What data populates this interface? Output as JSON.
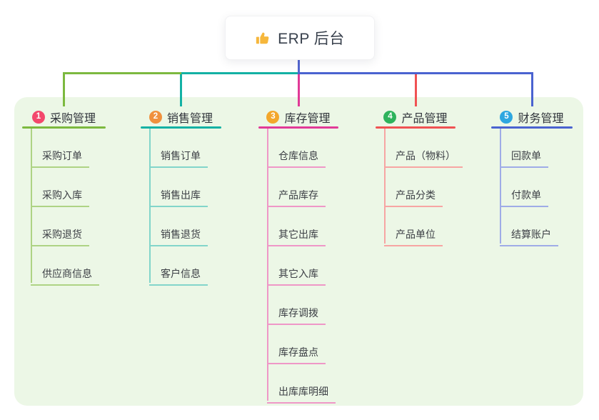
{
  "root": {
    "icon": "thumbs-up",
    "label": "ERP 后台"
  },
  "branches": [
    {
      "num": "1",
      "label": "采购管理",
      "colors": {
        "badge": "#f3486c",
        "line": "#7cb93f",
        "light": "#aed384"
      },
      "children": [
        "采购订单",
        "采购入库",
        "采购退货",
        "供应商信息"
      ]
    },
    {
      "num": "2",
      "label": "销售管理",
      "colors": {
        "badge": "#f0913d",
        "line": "#13b1a4",
        "light": "#82d5ca"
      },
      "children": [
        "销售订单",
        "销售出库",
        "销售退货",
        "客户信息"
      ]
    },
    {
      "num": "3",
      "label": "库存管理",
      "colors": {
        "badge": "#f3a72b",
        "line": "#e13a97",
        "light": "#ef97c7"
      },
      "children": [
        "仓库信息",
        "产品库存",
        "其它出库",
        "其它入库",
        "库存调拨",
        "库存盘点",
        "出库库明细"
      ]
    },
    {
      "num": "4",
      "label": "产品管理",
      "colors": {
        "badge": "#2eb35c",
        "line": "#f05253",
        "light": "#f7a5a3"
      },
      "children": [
        "产品（物料）",
        "产品分类",
        "产品单位"
      ]
    },
    {
      "num": "5",
      "label": "财务管理",
      "colors": {
        "badge": "#2ea7e0",
        "line": "#4a63d0",
        "light": "#9face7"
      },
      "children": [
        "回款单",
        "付款单",
        "结算账户"
      ]
    }
  ],
  "canvas": {
    "panel_bg": "#ecf7e6",
    "root_line_color": "#5365cf"
  }
}
